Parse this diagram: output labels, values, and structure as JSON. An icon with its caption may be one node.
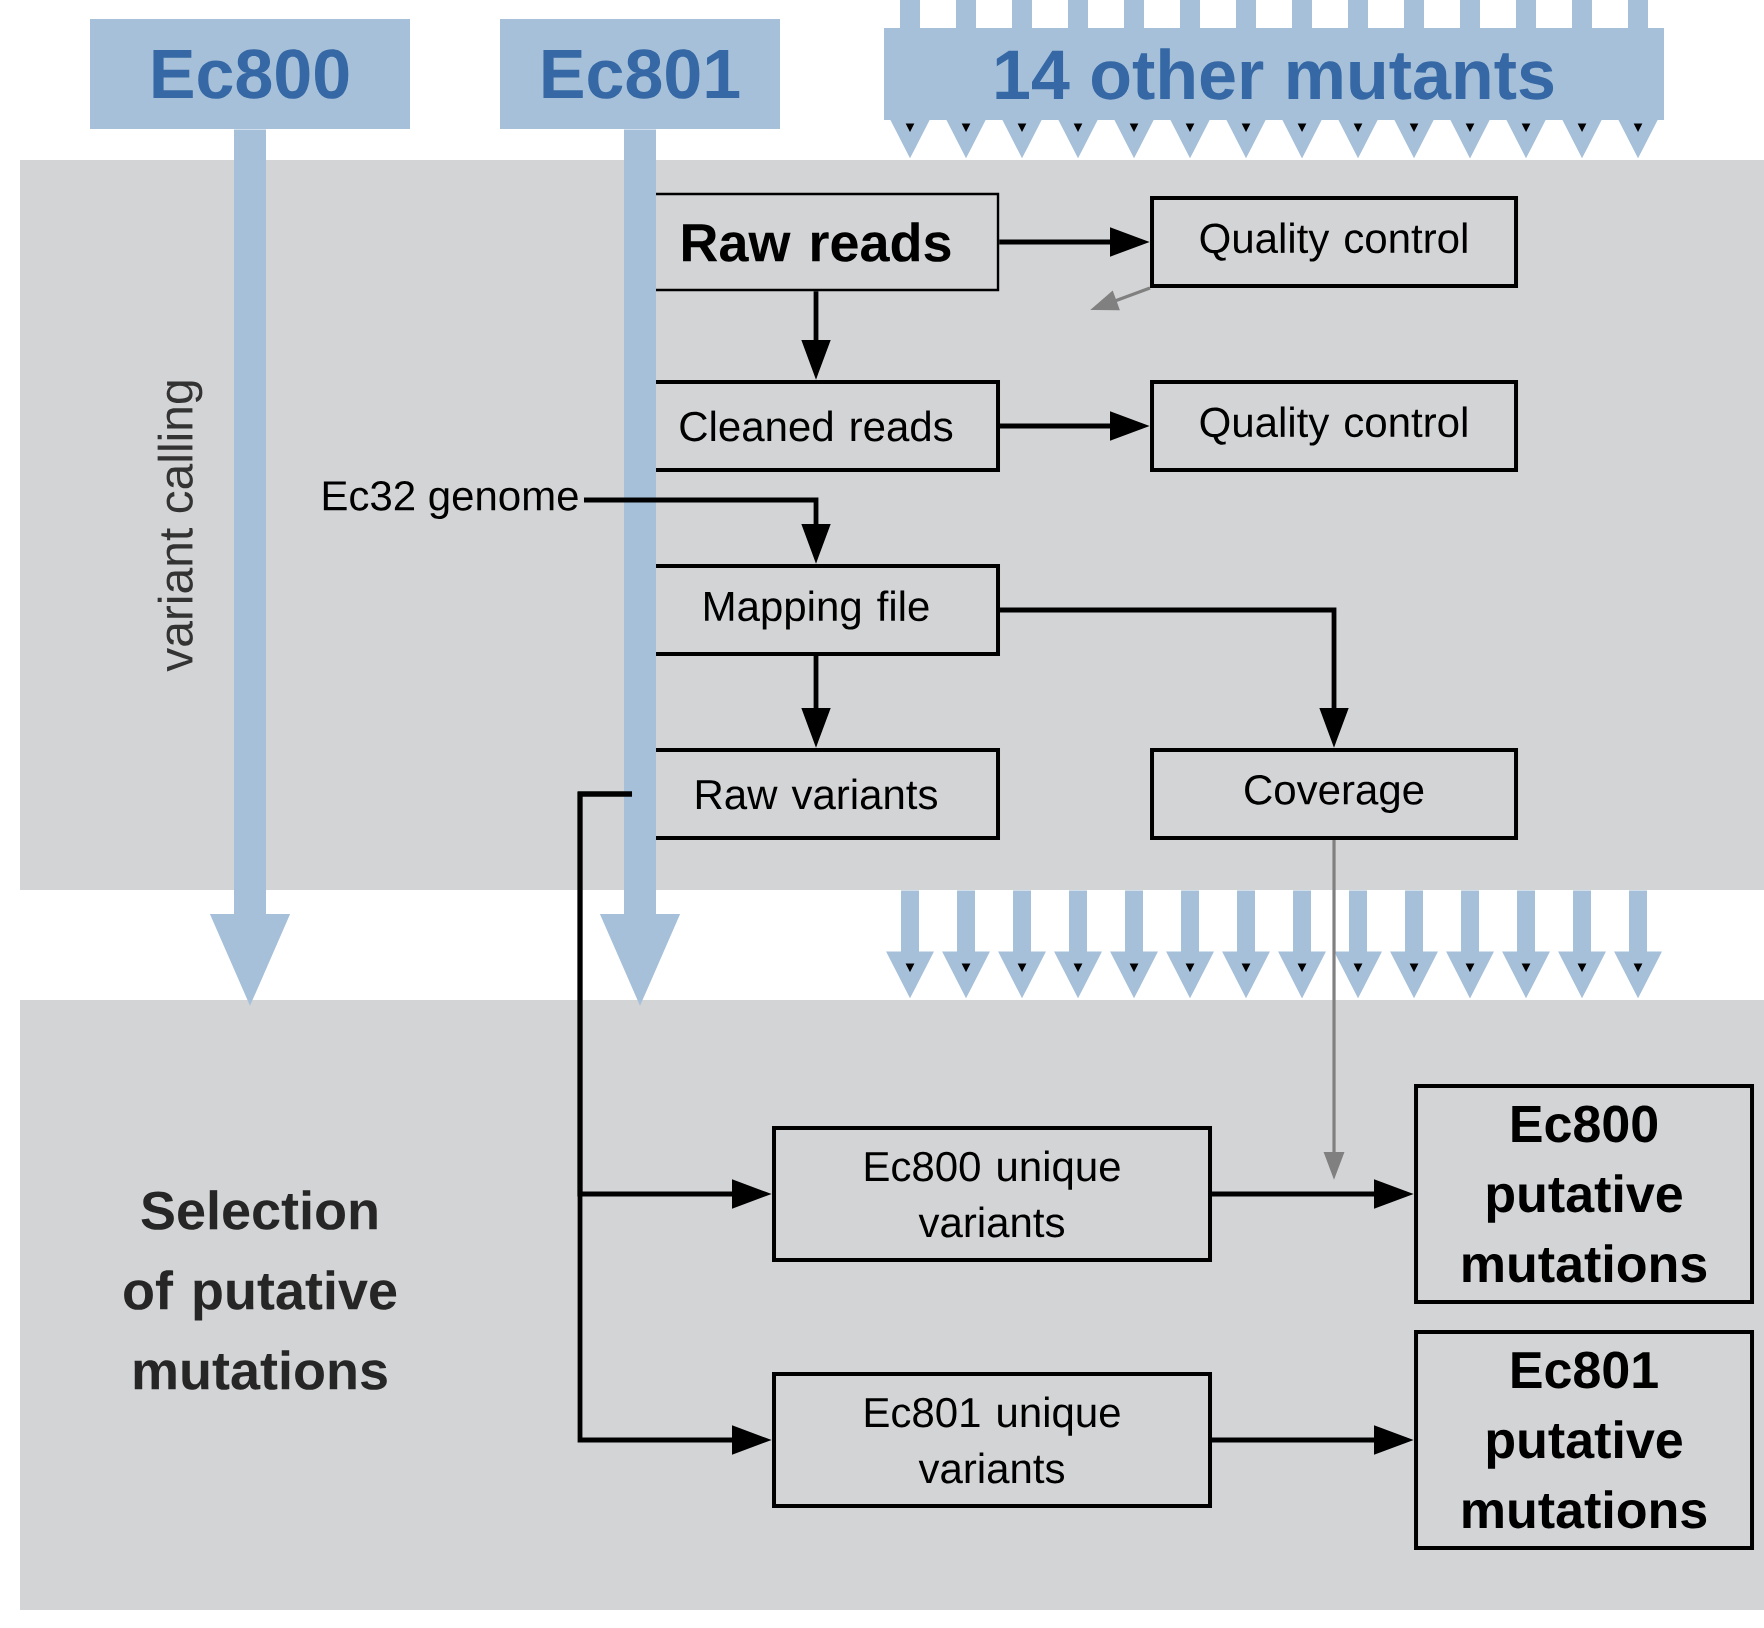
{
  "diagram": {
    "nodes": [
      {
        "text": [
          "variant calling"
        ]
      },
      {
        "text": [
          "Selection of putative mutations"
        ]
      },
      {
        "text": [
          "Ec800"
        ]
      },
      {
        "text": [
          "Ec801"
        ]
      },
      {
        "text": [
          "14 other mutants"
        ]
      },
      {
        "text": [
          "Raw reads"
        ],
        "in": 0
      },
      {
        "text": [
          "Quality control"
        ],
        "in": 0
      },
      {
        "text": [
          "Cleaned reads"
        ],
        "in": 0
      },
      {
        "text": [
          "Quality control"
        ],
        "in": 0
      },
      {
        "text": [
          "Ec32 genome"
        ],
        "in": 0
      },
      {
        "text": [
          "Mapping file"
        ],
        "in": 0
      },
      {
        "text": [
          "Raw variants"
        ],
        "in": 0
      },
      {
        "text": [
          "Coverage"
        ],
        "in": 0
      },
      {
        "text": [
          "Ec800 unique variants"
        ],
        "in": 1
      },
      {
        "text": [
          "Ec801 unique variants"
        ],
        "in": 1
      },
      {
        "text": [
          "Ec800 putative mutations"
        ],
        "in": 1
      },
      {
        "text": [
          "Ec801 putative mutations"
        ],
        "in": 1
      }
    ],
    "edges": [
      {
        "from": 2,
        "to": 1,
        "arrow": "to",
        "style": "thick",
        "color": "#a6c0da"
      },
      {
        "from": 3,
        "to": 1,
        "arrow": "to",
        "style": "thick",
        "color": "#a6c0da"
      },
      {
        "from": 4,
        "to": 0,
        "arrow": "to",
        "style": "thick",
        "color": "#a6c0da"
      },
      {
        "from": 0,
        "to": 1,
        "arrow": "to",
        "style": "thick",
        "color": "#a6c0da"
      },
      {
        "from": 5,
        "to": 6,
        "arrow": "to"
      },
      {
        "from": 6,
        "to": null,
        "arrow": "to",
        "color": "#808080"
      },
      {
        "from": 5,
        "to": 7,
        "arrow": "to"
      },
      {
        "from": 7,
        "to": 8,
        "arrow": "to"
      },
      {
        "from": 9,
        "to": 10,
        "arrow": "to"
      },
      {
        "from": 10,
        "to": 11,
        "arrow": "to"
      },
      {
        "from": 10,
        "to": 12,
        "arrow": "to"
      },
      {
        "from": 11,
        "to": 13,
        "arrow": "to"
      },
      {
        "from": 11,
        "to": 14,
        "arrow": "to"
      },
      {
        "from": 13,
        "to": 15,
        "arrow": "to"
      },
      {
        "from": 14,
        "to": 16,
        "arrow": "to"
      },
      {
        "from": 12,
        "to": null,
        "arrow": "to",
        "color": "#808080"
      }
    ]
  }
}
